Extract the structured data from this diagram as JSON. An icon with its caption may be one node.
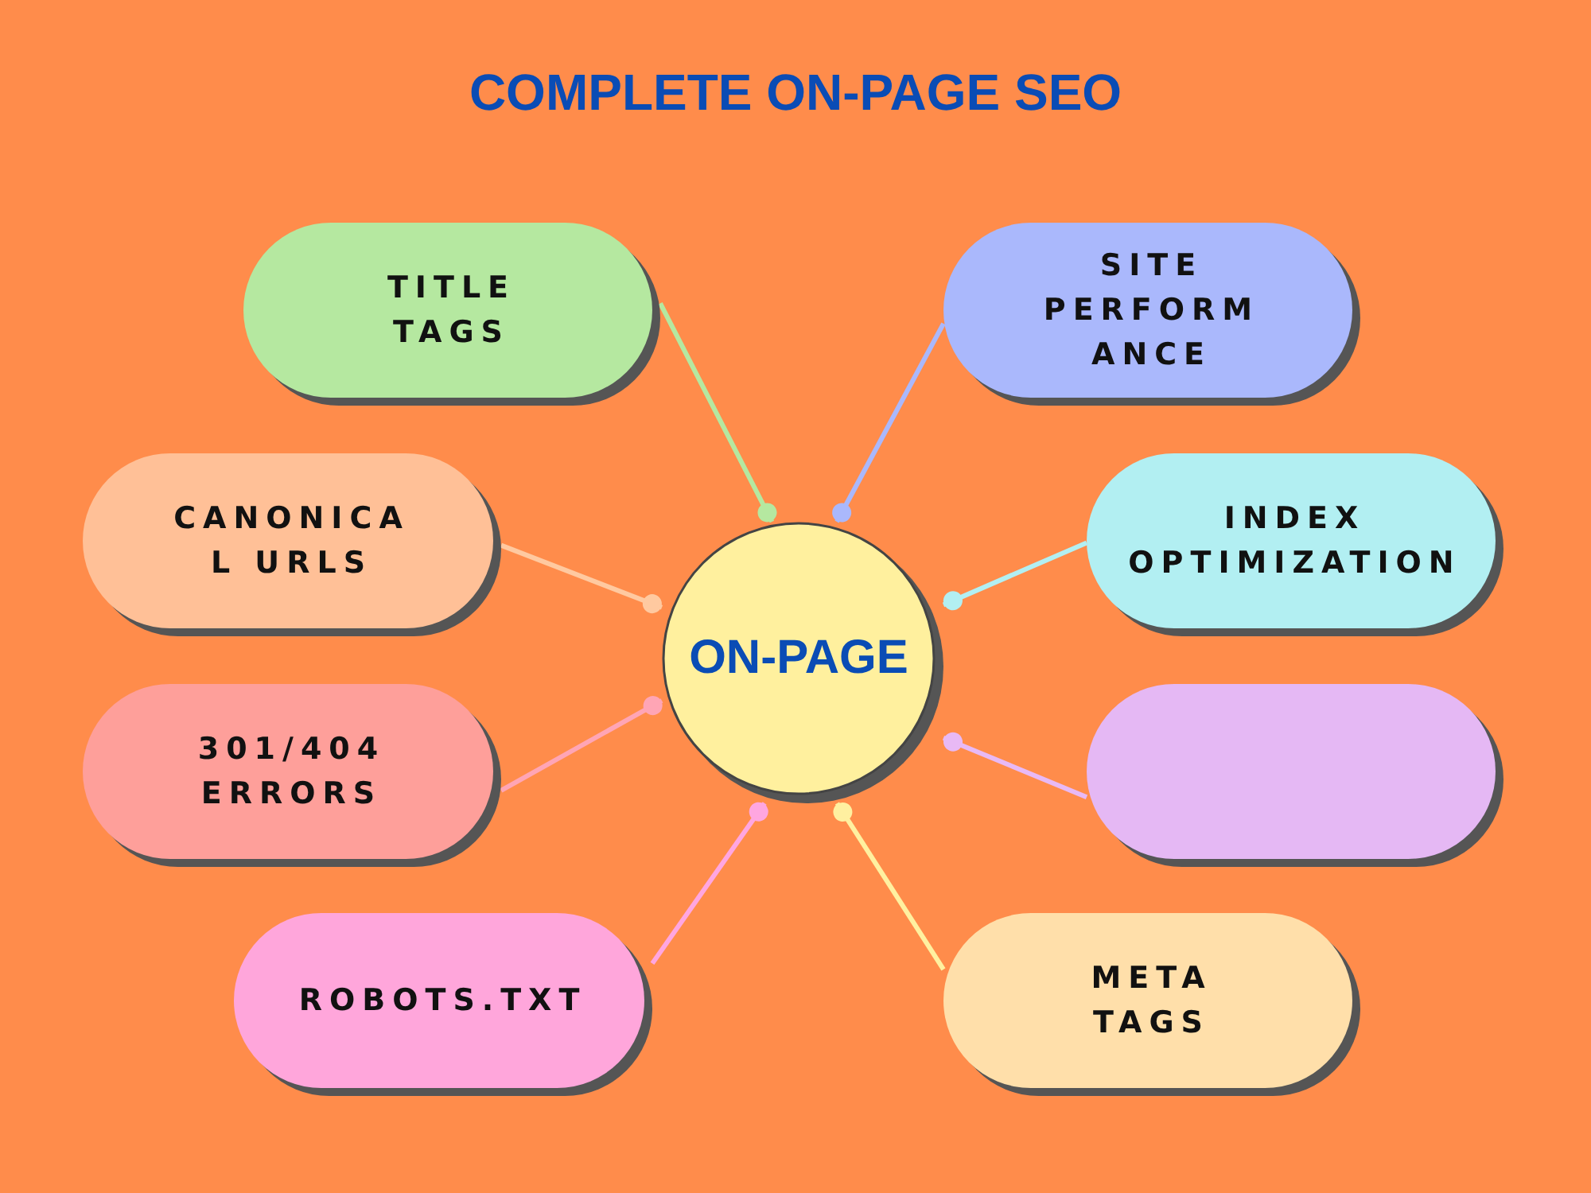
{
  "diagram": {
    "title": "COMPLETE ON-PAGE SEO",
    "nodes": [
      {
        "text": [
          "TITLE TAGS"
        ]
      },
      {
        "text": [
          "SITE PERFORM ANCE"
        ]
      },
      {
        "text": [
          "CANONICA L URLS"
        ]
      },
      {
        "text": [
          "INDEX OPTIMIZATION"
        ]
      },
      {
        "text": [
          "ON-PAGE"
        ]
      },
      {
        "text": [
          "301/404 ERRORS"
        ]
      },
      {
        "text": [],
        "shape": "box"
      },
      {
        "text": [
          "ROBOTS.TXT"
        ]
      },
      {
        "text": [
          "META TAGS"
        ]
      }
    ],
    "edges": [
      {
        "from": 0,
        "to": 4,
        "arrow": "other",
        "color": "#b5e8a0"
      },
      {
        "from": 1,
        "to": 4,
        "arrow": "other",
        "color": "#aab8fc"
      },
      {
        "from": 2,
        "to": 4,
        "arrow": "other",
        "color": "#ffc9a0"
      },
      {
        "from": 3,
        "to": 4,
        "arrow": "other",
        "color": "#b2eff2"
      },
      {
        "from": 5,
        "to": 4,
        "arrow": "other",
        "color": "#ffa5b5"
      },
      {
        "from": 6,
        "to": 4,
        "arrow": "other",
        "color": "#e8b9f5"
      },
      {
        "from": 7,
        "to": 4,
        "arrow": "other",
        "color": "#ffa6e0"
      },
      {
        "from": 8,
        "to": 4,
        "arrow": "other",
        "color": "#fff0a0"
      }
    ]
  }
}
